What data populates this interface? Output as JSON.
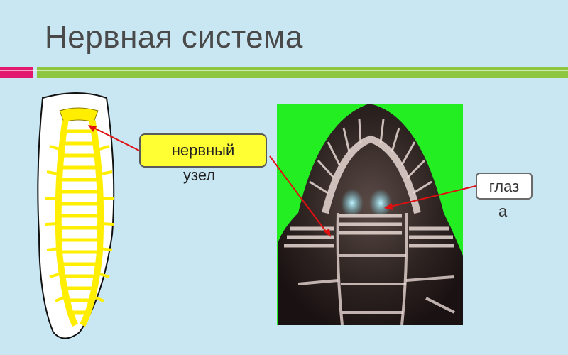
{
  "title": "Нервная система",
  "labels": {
    "nerve_node_line1": "нервный",
    "nerve_node_line2": "узел",
    "eyes_line1": "глаз",
    "eyes_line2": "а"
  },
  "colors": {
    "background": "#c9e6f3",
    "title_text": "#4a4a4a",
    "accent_pink": "#e3186f",
    "accent_green": "#8dc63f",
    "nerve_yellow": "#ffee00",
    "photo_green": "#22ee22",
    "arrow_red": "#e01010"
  }
}
